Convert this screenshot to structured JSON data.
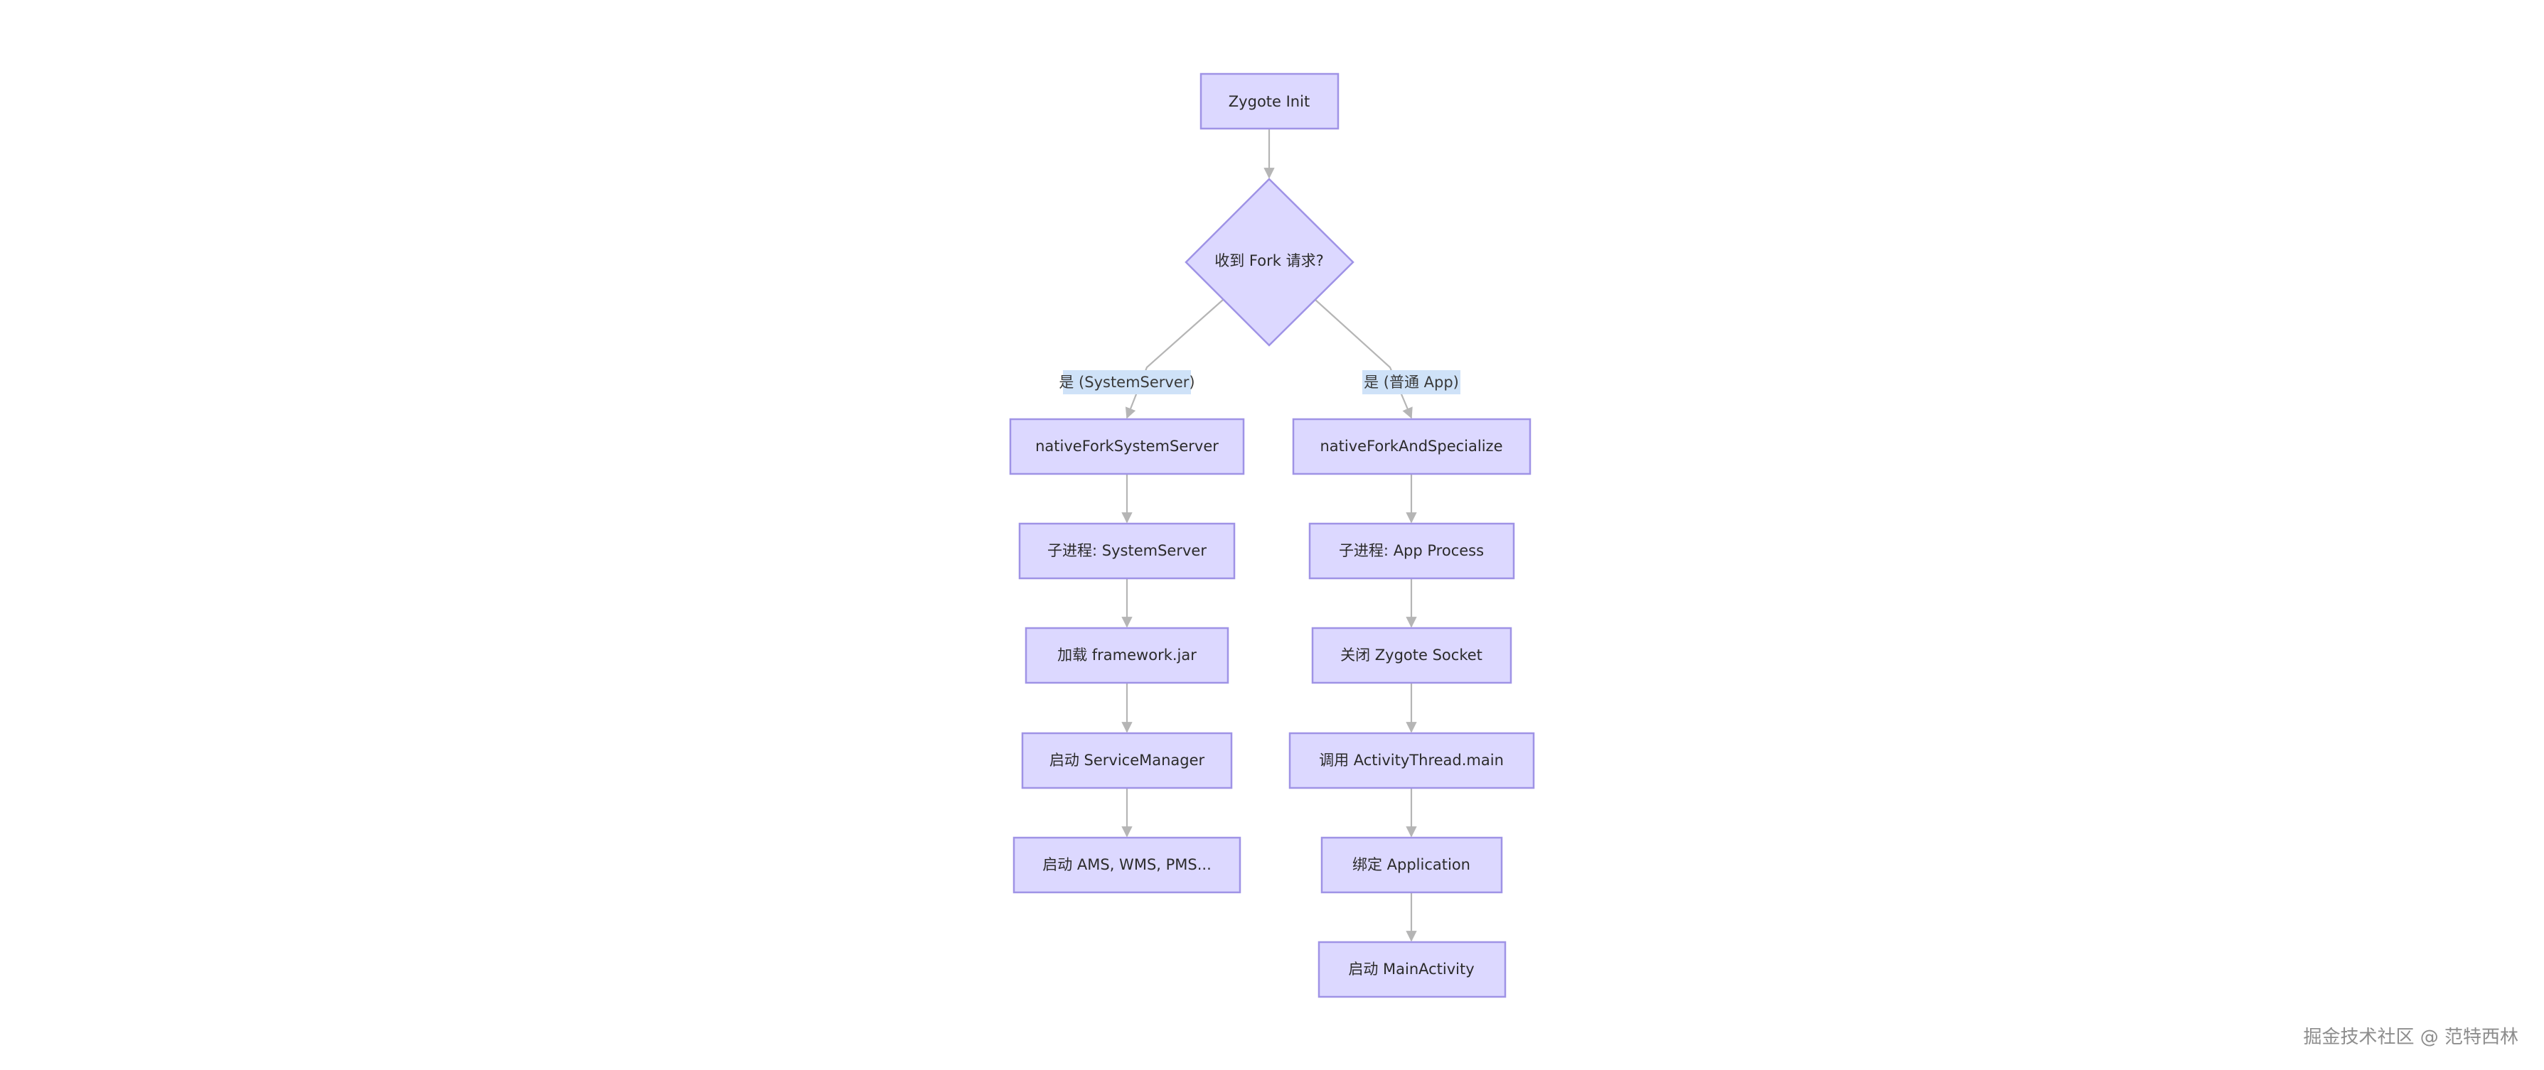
{
  "nodes": {
    "zygote_init": "Zygote Init",
    "fork_decision": "收到 Fork 请求?",
    "native_fork_system_server": "nativeForkSystemServer",
    "child_system_server": "子进程: SystemServer",
    "load_framework": "加载 framework.jar",
    "start_service_manager": "启动 ServiceManager",
    "start_ams": "启动 AMS, WMS, PMS...",
    "native_fork_and_specialize": "nativeForkAndSpecialize",
    "child_app_process": "子进程: App Process",
    "close_socket": "关闭 Zygote Socket",
    "call_activity_thread": "调用 ActivityThread.main",
    "bind_application": "绑定 Application",
    "start_main_activity": "启动 MainActivity"
  },
  "edge_labels": {
    "yes_system_server": "是 (SystemServer)",
    "yes_app": "是 (普通 App)"
  },
  "colors": {
    "node_fill": "#dcd8ff",
    "node_stroke": "#9f93e6",
    "edge": "#b5b5b5",
    "edge_label_bg": "#cfe2f8"
  },
  "watermark": "掘金技术社区 @ 范特西林"
}
